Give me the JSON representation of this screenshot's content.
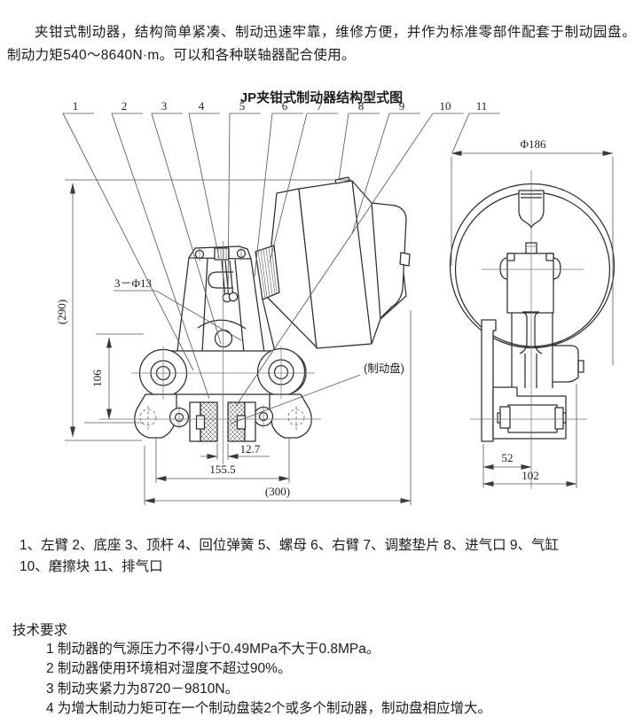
{
  "intro": "夹钳式制动器，结构简单紧凑、制动迅速牢靠，维修方便，并作为标准零部件配套于制动园盘。制动力矩540～8640N·m。可以和各种联轴器配合使用。",
  "title": "JP夹钳式制动器结构型式图",
  "drawing": {
    "callouts": [
      "1",
      "2",
      "3",
      "4",
      "5",
      "6",
      "7",
      "8",
      "9",
      "10",
      "11"
    ],
    "labels": {
      "height_overall": "(290)",
      "mount_holes": "3－Φ13",
      "roller_height": "106",
      "pad_gap": "12.7",
      "pin_span": "155.5",
      "width_overall": "(300)",
      "brake_disc": "(制动盘)",
      "disc_diameter": "Φ186",
      "base_offset": "52",
      "base_width": "102"
    }
  },
  "legend": {
    "line1": "1、左臂 2、底座 3、顶杆 4、回位弹簧 5、螺母 6、右臂 7、调整垫片 8、进气口 9、气缸",
    "line2": "10、磨擦块 11、排气口"
  },
  "tech": {
    "heading": "技术要求",
    "items": [
      "1 制动器的气源压力不得小于0.49MPa不大于0.8MPa。",
      "2 制动器使用环境相对湿度不超过90%。",
      "3 制动夹紧力为8720－9810N。",
      "4 为增大制动力矩可在一个制动盘装2个或多个制动器，制动盘相应增大。"
    ]
  }
}
